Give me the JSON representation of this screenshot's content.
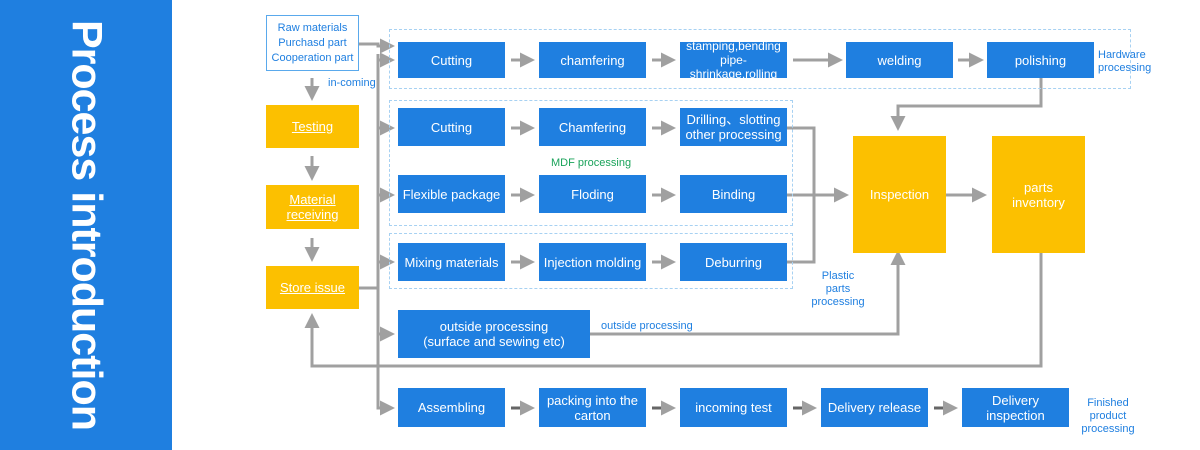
{
  "sidebar": {
    "title": "Process introduction"
  },
  "sources": {
    "text": "Raw materials\nPurchasd part\nCooperation part"
  },
  "labels": {
    "in_coming": "in-coming",
    "hardware": "Hardware\nprocessing",
    "mdf": "MDF processing",
    "plastic": "Plastic\nparts\nprocessing",
    "outside": "outside processing",
    "finished": "Finished\nproduct\nprocessing"
  },
  "left_flow": {
    "testing": "Testing",
    "material_receiving": "Material\nreceiving",
    "store_issue": "Store issue"
  },
  "hardware_row": [
    "Cutting",
    "chamfering",
    "stamping,bending\npipe-shrinkage,rolling",
    "welding",
    "polishing"
  ],
  "mdf_row1": [
    "Cutting",
    "Chamfering",
    "Drilling、slotting\nother processing"
  ],
  "mdf_row2": [
    "Flexible package",
    "Floding",
    "Binding"
  ],
  "plastic_row": [
    "Mixing materials",
    "Injection molding",
    "Deburring"
  ],
  "outside_box": "outside processing\n(surface and sewing etc)",
  "inspection": "Inspection",
  "parts_inventory": "parts\ninventory",
  "final_row": [
    "Assembling",
    "packing into the\ncarton",
    "incoming test",
    "Delivery release",
    "Delivery\ninspection"
  ],
  "colors": {
    "sidebar": "#1f7fe0",
    "process_box": "#1f7fe0",
    "highlight_box": "#fcc000",
    "connector": "#a0a0a0",
    "label": "#1f7fe0",
    "mdf_label": "#1aa35a"
  }
}
